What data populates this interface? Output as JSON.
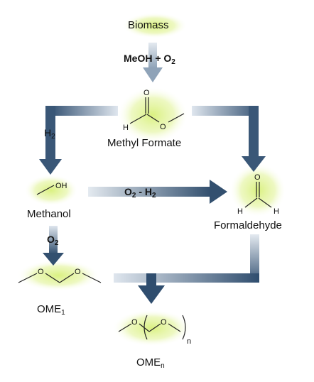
{
  "colors": {
    "arrow_dark": "#2f4d6e",
    "arrow_light": "#dfe6ee",
    "glow": "#d8f07a",
    "bond": "#222222"
  },
  "nodes": {
    "biomass": "Biomass",
    "methyl_formate": "Methyl Formate",
    "methanol": "Methanol",
    "formaldehyde": "Formaldehyde",
    "ome1": {
      "base": "OME",
      "sub": "1"
    },
    "omen": {
      "base": "OME",
      "sub": "n"
    }
  },
  "reagents": {
    "meoh_o2": {
      "base": "MeOH + O",
      "sub": "2"
    },
    "h2": {
      "base": "H",
      "sub": "2"
    },
    "o2_h2": {
      "a": "O",
      "a_sub": "2",
      "mid": " - H",
      "b_sub": "2"
    },
    "o2": {
      "base": "O",
      "sub": "2"
    }
  },
  "atoms": {
    "O": "O",
    "H": "H",
    "OH": "OH",
    "n": "n"
  }
}
